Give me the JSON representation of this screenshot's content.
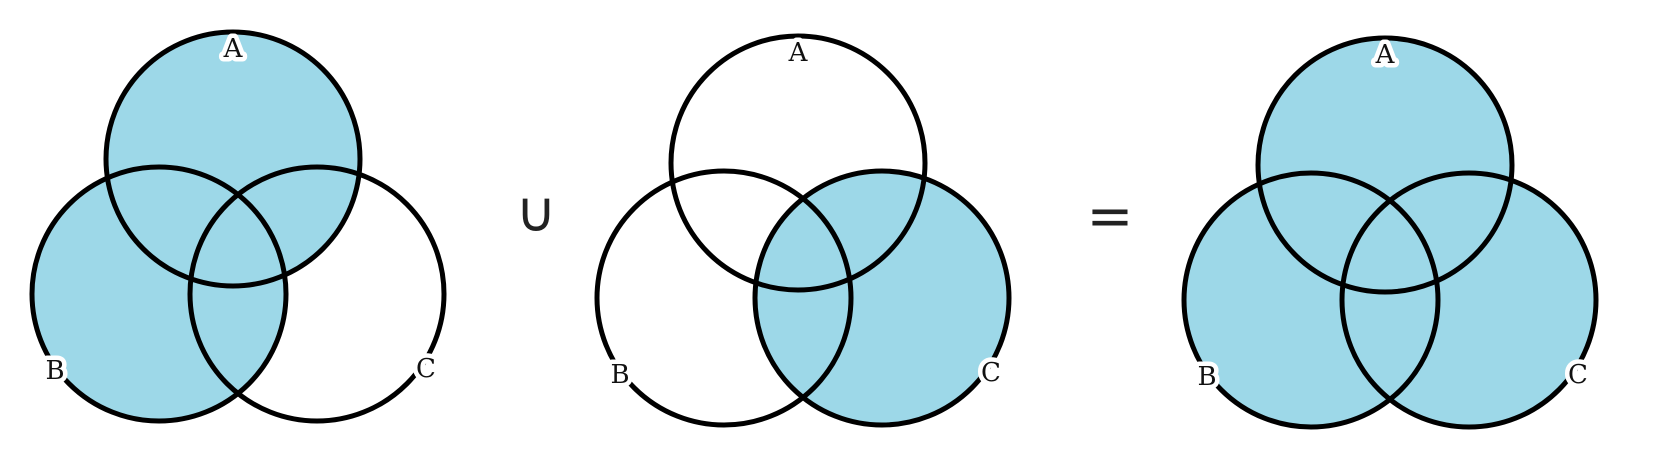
{
  "colors": {
    "fill": "#9dd8e8",
    "stroke": "#000000",
    "background": "#ffffff"
  },
  "set_labels": [
    "A",
    "B",
    "C"
  ],
  "diagrams": [
    {
      "shaded_sets": [
        "A",
        "B"
      ],
      "labels": {
        "A": "A",
        "B": "B",
        "C": "C"
      }
    },
    {
      "shaded_sets": [
        "C"
      ],
      "labels": {
        "A": "A",
        "B": "B",
        "C": "C"
      }
    },
    {
      "shaded_sets": [
        "A",
        "B",
        "C"
      ],
      "labels": {
        "A": "A",
        "B": "B",
        "C": "C"
      }
    }
  ],
  "operators": [
    "∪",
    "="
  ]
}
